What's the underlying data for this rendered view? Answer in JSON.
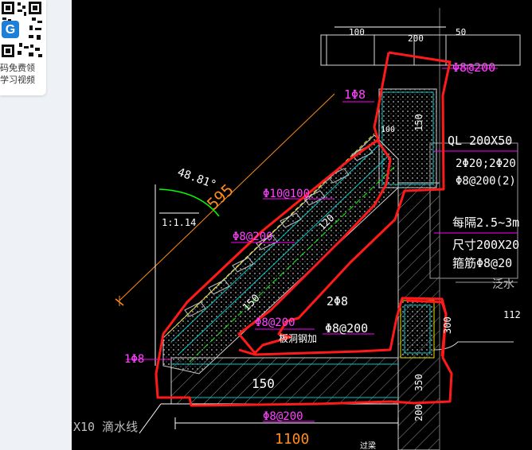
{
  "sidebar": {
    "qr_caption_line1": "码免费领",
    "qr_caption_line2": "学习视频",
    "qr_logo_letter": "G"
  },
  "drawing": {
    "dim_top_100": "100",
    "dim_top_200": "200",
    "dim_top_50": "50",
    "rebar_phi8_200_top": "Φ8@200",
    "rebar_1phi8_top": "1Φ8",
    "label_100": "100",
    "dim_150_right": "150",
    "beam_ql": "QL 200X50",
    "beam_main_bars": "2Φ20;2Φ20",
    "beam_stirrups": "Φ8@200(2)",
    "angle": "48.81°",
    "dim_595": "595",
    "slope_ratio": "1:1.14",
    "rebar_phi10_100": "Φ10@100",
    "rebar_phi8_200_mid": "Φ8@200",
    "dim_120": "120",
    "note_every": "每隔2.5~3m",
    "note_size": "尺寸200X20",
    "note_rebar": "箍筋Φ8@20",
    "note_fan": "泛水",
    "dim_150_slope": "150",
    "rebar_2phi8": "2Φ8",
    "rebar_phi8_200_a": "Φ8@200",
    "rebar_phi8_200_b": "Φ8@200",
    "label_112": "112",
    "rebar_1phi8_left": "1Φ8",
    "note_slab": "板洞钢加",
    "dim_300": "300",
    "dim_150_bottom": "150",
    "dim_350": "350",
    "dim_200_vertical": "200",
    "drip_line": "X10  滴水线",
    "rebar_phi8_200_bottom": "Φ8@200",
    "dim_1100": "1100",
    "note_bottom": "过梁"
  }
}
